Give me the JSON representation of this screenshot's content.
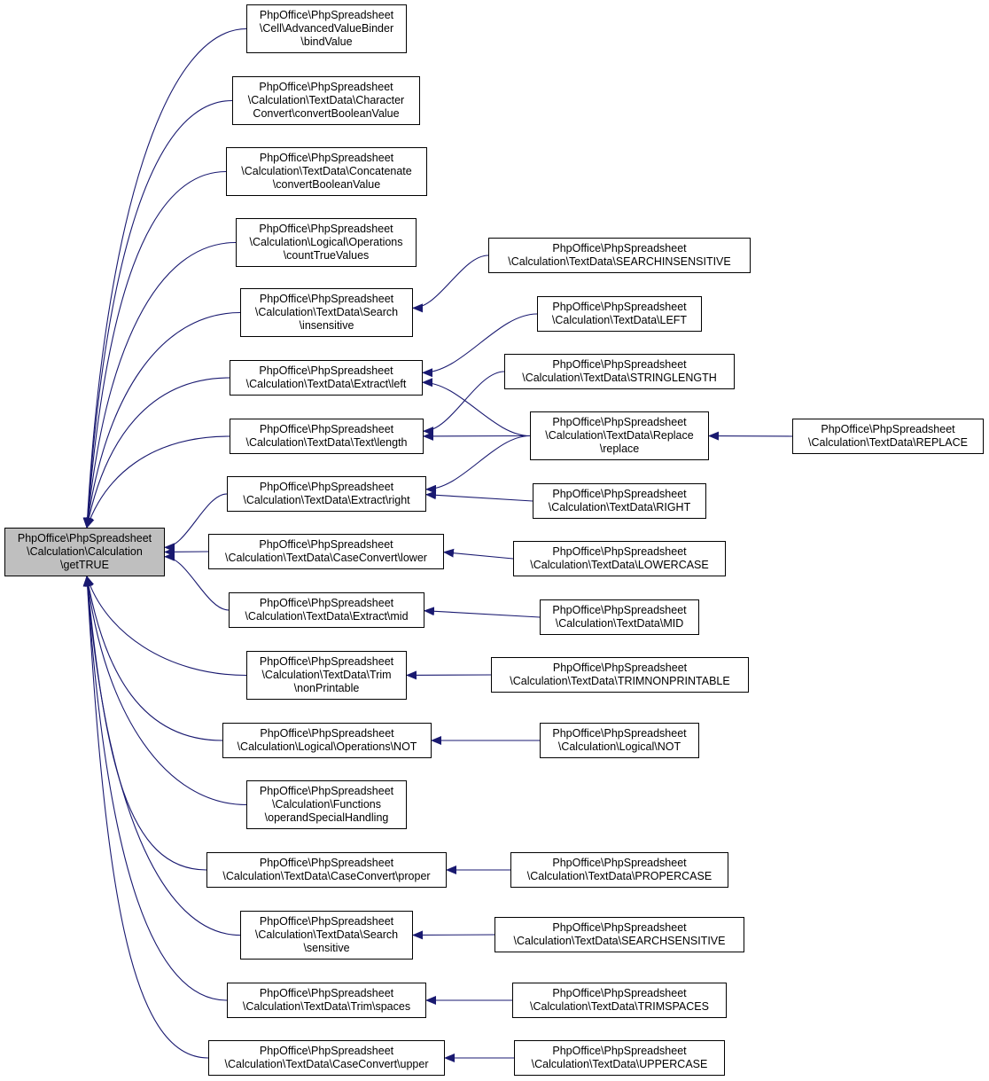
{
  "colors": {
    "edge": "#191970",
    "node_border": "#000000",
    "node_fill": "#ffffff",
    "focus_fill": "#bfbfbf",
    "text": "#000000"
  },
  "nodes": {
    "focus": [
      "PhpOffice\\PhpSpreadsheet",
      "\\Calculation\\Calculation",
      "\\getTRUE"
    ],
    "bindValue": [
      "PhpOffice\\PhpSpreadsheet",
      "\\Cell\\AdvancedValueBinder",
      "\\bindValue"
    ],
    "charConvertBool": [
      "PhpOffice\\PhpSpreadsheet",
      "\\Calculation\\TextData\\Character",
      "Convert\\convertBooleanValue"
    ],
    "concatConvertBool": [
      "PhpOffice\\PhpSpreadsheet",
      "\\Calculation\\TextData\\Concatenate",
      "\\convertBooleanValue"
    ],
    "countTrueValues": [
      "PhpOffice\\PhpSpreadsheet",
      "\\Calculation\\Logical\\Operations",
      "\\countTrueValues"
    ],
    "searchInsensitive": [
      "PhpOffice\\PhpSpreadsheet",
      "\\Calculation\\TextData\\Search",
      "\\insensitive"
    ],
    "extractLeft": [
      "PhpOffice\\PhpSpreadsheet",
      "\\Calculation\\TextData\\Extract\\left"
    ],
    "textLength": [
      "PhpOffice\\PhpSpreadsheet",
      "\\Calculation\\TextData\\Text\\length"
    ],
    "extractRight": [
      "PhpOffice\\PhpSpreadsheet",
      "\\Calculation\\TextData\\Extract\\right"
    ],
    "caseLower": [
      "PhpOffice\\PhpSpreadsheet",
      "\\Calculation\\TextData\\CaseConvert\\lower"
    ],
    "extractMid": [
      "PhpOffice\\PhpSpreadsheet",
      "\\Calculation\\TextData\\Extract\\mid"
    ],
    "trimNonPrintable": [
      "PhpOffice\\PhpSpreadsheet",
      "\\Calculation\\TextData\\Trim",
      "\\nonPrintable"
    ],
    "logicalOpNot": [
      "PhpOffice\\PhpSpreadsheet",
      "\\Calculation\\Logical\\Operations\\NOT"
    ],
    "operandSpecial": [
      "PhpOffice\\PhpSpreadsheet",
      "\\Calculation\\Functions",
      "\\operandSpecialHandling"
    ],
    "caseProper": [
      "PhpOffice\\PhpSpreadsheet",
      "\\Calculation\\TextData\\CaseConvert\\proper"
    ],
    "searchSensitive": [
      "PhpOffice\\PhpSpreadsheet",
      "\\Calculation\\TextData\\Search",
      "\\sensitive"
    ],
    "trimSpaces": [
      "PhpOffice\\PhpSpreadsheet",
      "\\Calculation\\TextData\\Trim\\spaces"
    ],
    "caseUpper": [
      "PhpOffice\\PhpSpreadsheet",
      "\\Calculation\\TextData\\CaseConvert\\upper"
    ],
    "SEARCHINSENSITIVE": [
      "PhpOffice\\PhpSpreadsheet",
      "\\Calculation\\TextData\\SEARCHINSENSITIVE"
    ],
    "LEFT": [
      "PhpOffice\\PhpSpreadsheet",
      "\\Calculation\\TextData\\LEFT"
    ],
    "STRINGLENGTH": [
      "PhpOffice\\PhpSpreadsheet",
      "\\Calculation\\TextData\\STRINGLENGTH"
    ],
    "replaceReplace": [
      "PhpOffice\\PhpSpreadsheet",
      "\\Calculation\\TextData\\Replace",
      "\\replace"
    ],
    "REPLACE": [
      "PhpOffice\\PhpSpreadsheet",
      "\\Calculation\\TextData\\REPLACE"
    ],
    "RIGHT": [
      "PhpOffice\\PhpSpreadsheet",
      "\\Calculation\\TextData\\RIGHT"
    ],
    "LOWERCASE": [
      "PhpOffice\\PhpSpreadsheet",
      "\\Calculation\\TextData\\LOWERCASE"
    ],
    "MID": [
      "PhpOffice\\PhpSpreadsheet",
      "\\Calculation\\TextData\\MID"
    ],
    "TRIMNONPRINTABLE": [
      "PhpOffice\\PhpSpreadsheet",
      "\\Calculation\\TextData\\TRIMNONPRINTABLE"
    ],
    "LogicalNOT": [
      "PhpOffice\\PhpSpreadsheet",
      "\\Calculation\\Logical\\NOT"
    ],
    "PROPERCASE": [
      "PhpOffice\\PhpSpreadsheet",
      "\\Calculation\\TextData\\PROPERCASE"
    ],
    "SEARCHSENSITIVE": [
      "PhpOffice\\PhpSpreadsheet",
      "\\Calculation\\TextData\\SEARCHSENSITIVE"
    ],
    "TRIMSPACES": [
      "PhpOffice\\PhpSpreadsheet",
      "\\Calculation\\TextData\\TRIMSPACES"
    ],
    "UPPERCASE": [
      "PhpOffice\\PhpSpreadsheet",
      "\\Calculation\\TextData\\UPPERCASE"
    ]
  },
  "edges": [
    {
      "from": "bindValue",
      "to": "focus"
    },
    {
      "from": "charConvertBool",
      "to": "focus"
    },
    {
      "from": "concatConvertBool",
      "to": "focus"
    },
    {
      "from": "countTrueValues",
      "to": "focus"
    },
    {
      "from": "searchInsensitive",
      "to": "focus"
    },
    {
      "from": "extractLeft",
      "to": "focus"
    },
    {
      "from": "textLength",
      "to": "focus"
    },
    {
      "from": "extractRight",
      "to": "focus"
    },
    {
      "from": "caseLower",
      "to": "focus"
    },
    {
      "from": "extractMid",
      "to": "focus"
    },
    {
      "from": "trimNonPrintable",
      "to": "focus"
    },
    {
      "from": "logicalOpNot",
      "to": "focus"
    },
    {
      "from": "operandSpecial",
      "to": "focus"
    },
    {
      "from": "caseProper",
      "to": "focus"
    },
    {
      "from": "searchSensitive",
      "to": "focus"
    },
    {
      "from": "trimSpaces",
      "to": "focus"
    },
    {
      "from": "caseUpper",
      "to": "focus"
    },
    {
      "from": "SEARCHINSENSITIVE",
      "to": "searchInsensitive"
    },
    {
      "from": "LEFT",
      "to": "extractLeft"
    },
    {
      "from": "replaceReplace",
      "to": "extractLeft"
    },
    {
      "from": "STRINGLENGTH",
      "to": "textLength"
    },
    {
      "from": "replaceReplace",
      "to": "textLength"
    },
    {
      "from": "replaceReplace",
      "to": "extractRight"
    },
    {
      "from": "RIGHT",
      "to": "extractRight"
    },
    {
      "from": "REPLACE",
      "to": "replaceReplace"
    },
    {
      "from": "LOWERCASE",
      "to": "caseLower"
    },
    {
      "from": "MID",
      "to": "extractMid"
    },
    {
      "from": "TRIMNONPRINTABLE",
      "to": "trimNonPrintable"
    },
    {
      "from": "LogicalNOT",
      "to": "logicalOpNot"
    },
    {
      "from": "PROPERCASE",
      "to": "caseProper"
    },
    {
      "from": "SEARCHSENSITIVE",
      "to": "searchSensitive"
    },
    {
      "from": "TRIMSPACES",
      "to": "trimSpaces"
    },
    {
      "from": "UPPERCASE",
      "to": "caseUpper"
    }
  ]
}
